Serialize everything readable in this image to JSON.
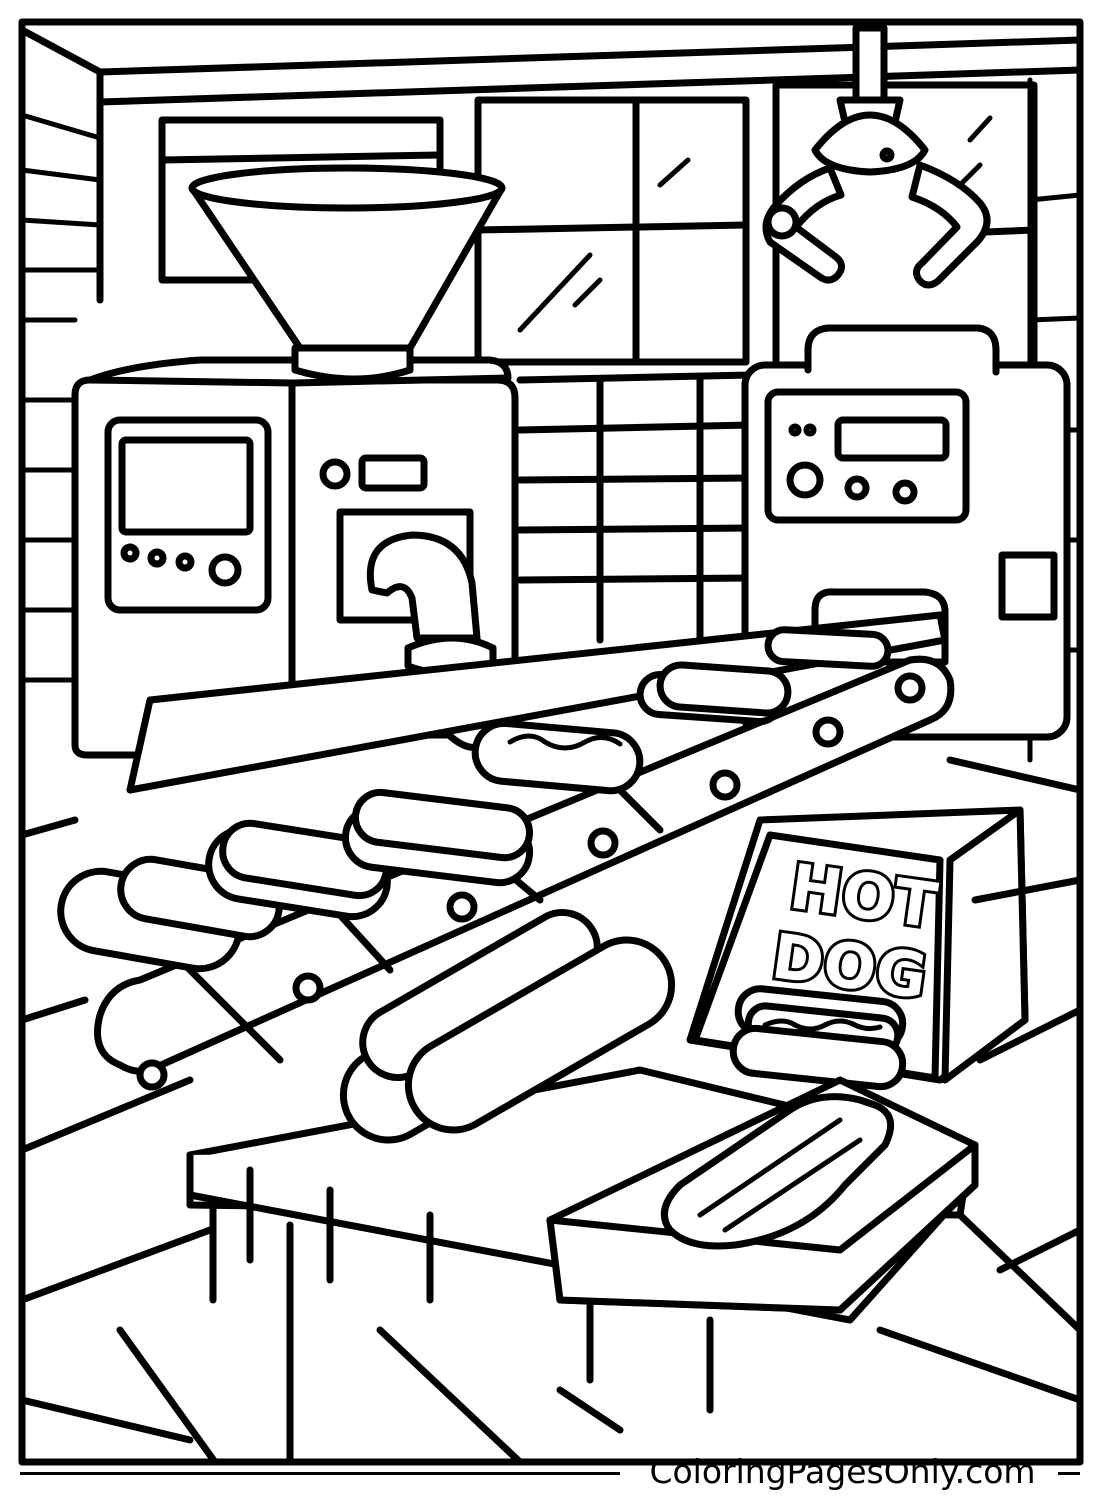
{
  "page": {
    "kind": "coloring page",
    "sign_line_1": "HOT",
    "sign_line_2": "DOG",
    "footer_credit": "ColoringPagesOnly.com"
  },
  "colors": {
    "ink": "#000000",
    "paper": "#ffffff"
  }
}
